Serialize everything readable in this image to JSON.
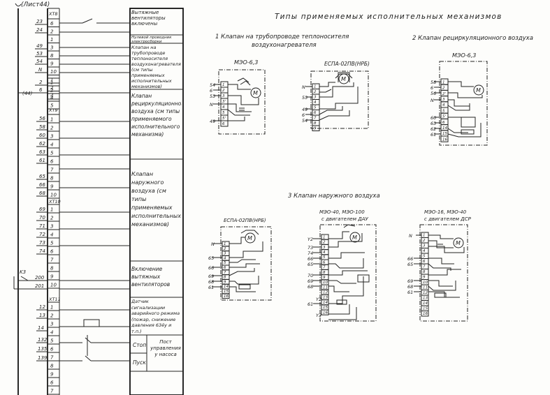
{
  "sheet_ref": "(Лист44)",
  "terminal_strips": [
    {
      "id": "XT8"
    },
    {
      "id": "XT9"
    },
    {
      "id": "XT10"
    },
    {
      "id": "XT11"
    }
  ],
  "left_wires": {
    "xt8": [
      "23",
      "24",
      "49",
      "53",
      "54",
      "N",
      "2",
      "6"
    ],
    "xt8_ref": "(44)",
    "xt9": [
      "56",
      "58",
      "60",
      "62",
      "63",
      "61",
      "65",
      "66",
      "68"
    ],
    "xt10": [
      "69",
      "70",
      "71",
      "72",
      "73",
      "74",
      "200",
      "201",
      "K3"
    ],
    "xt11": [
      "12",
      "13",
      "14",
      "132",
      "135",
      "139"
    ]
  },
  "legend": [
    {
      "text": "Вытяжные вентиляторы включены"
    },
    {
      "text": "Нулевой проводник электросборки"
    },
    {
      "text": "Клапан на трубопроводе теплоносителя воздухонагревателя (см типы применяемых исполнительных механизмов)"
    },
    {
      "text": "Клапан рециркуляционного воздуха (см типы применяемого исполнительного механизма)"
    },
    {
      "text": "Клапан наружного воздуха (см типы применяемых исполнительных механизмов)"
    },
    {
      "text": "Включение вытяжных вентиляторов"
    },
    {
      "text": "Датчик сигнализации аварийного режима (пожар, снижение давления 63ёу и т.п.)"
    }
  ],
  "pump_table": {
    "stop": "Стоп",
    "start": "Пуск",
    "label": "Пост управления у насоса"
  },
  "title": "Типы применяемых исполнительных механизмов",
  "sections": [
    {
      "label": "1 Клапан на трубопроводе теплоносителя воздухонагревателя"
    },
    {
      "label": "2 Клапан рециркуляционного воздуха"
    },
    {
      "label": "3 Клапан наружного воздуха"
    }
  ],
  "devices": {
    "d1a": {
      "title": "МЭО-6,3",
      "wires": [
        "54",
        "6",
        "53",
        "N",
        "49"
      ],
      "terms": [
        "1",
        "2",
        "3",
        "3'",
        "4",
        "5",
        "5'",
        "6"
      ]
    },
    "d1b": {
      "title": "ЕСПА-02ПВ(НРБ)",
      "wires": [
        "N",
        "53",
        "49",
        "6",
        "54"
      ],
      "terms": [
        "1",
        "2",
        "3",
        "4",
        "5",
        "6",
        "7",
        "8",
        "9"
      ]
    },
    "d2": {
      "title": "МЭО-6,3",
      "wires": [
        "58",
        "6",
        "56",
        "N",
        "60",
        "63",
        "62",
        "61"
      ],
      "terms": [
        "1",
        "2",
        "2'",
        "3",
        "4",
        "5",
        "5'",
        "6",
        "14",
        "15",
        "16"
      ]
    },
    "d3a": {
      "title": "ЕСПА-02ПВ(НРБ)",
      "wires": [
        "N",
        "65",
        "66",
        "69",
        "68",
        "61"
      ],
      "terms": [
        "1",
        "2",
        "3",
        "4",
        "5",
        "6",
        "7",
        "8",
        "9",
        "14",
        "15",
        "16"
      ]
    },
    "d3b": {
      "title": "МЭО-40, МЭО-100 с двигателем ДАУ",
      "wires": [
        "Y2",
        "73",
        "74",
        "66",
        "65",
        "70",
        "69",
        "68",
        "61",
        "Y2",
        "Y3"
      ],
      "terms": [
        "1",
        "2",
        "3",
        "4",
        "5",
        "6",
        "7",
        "8",
        "9",
        "10",
        "11",
        "12",
        "13",
        "14",
        "15",
        "16"
      ]
    },
    "d3c": {
      "title": "МЭО-16, МЭО-40 с двигателем ДСР",
      "wires": [
        "N",
        "66",
        "65",
        "69",
        "68",
        "61"
      ],
      "terms": [
        "1",
        "2",
        "3",
        "4",
        "5",
        "6",
        "7",
        "8",
        "9",
        "10",
        "11",
        "12",
        "13",
        "14",
        "15",
        "16"
      ]
    }
  },
  "motor_symbol": "M"
}
